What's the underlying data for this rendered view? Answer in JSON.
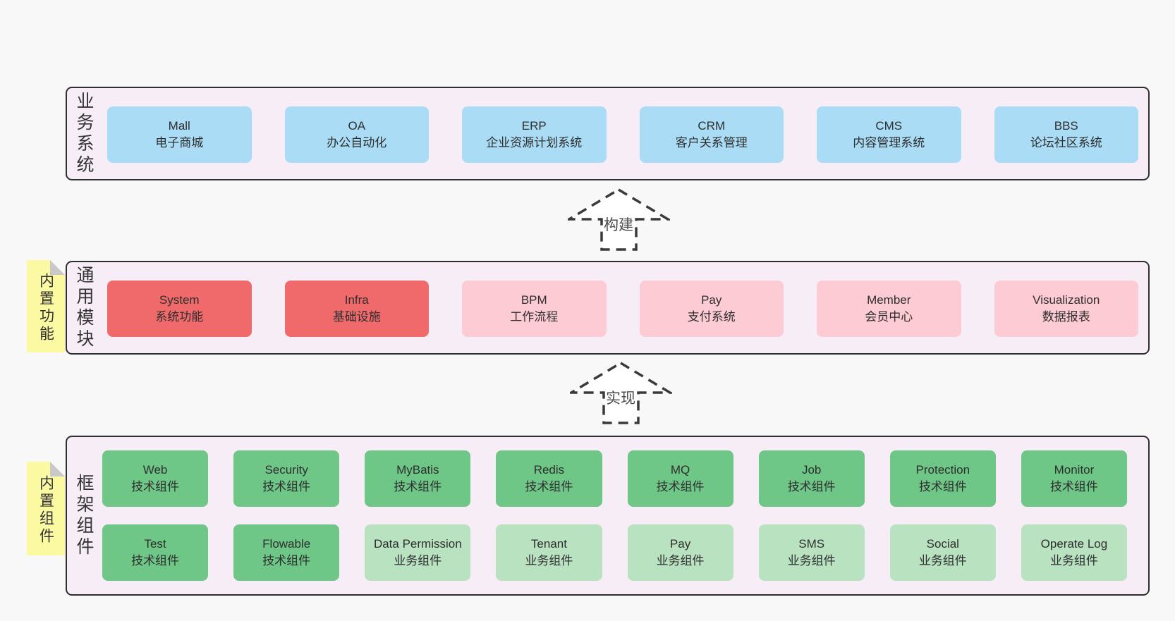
{
  "palette": {
    "page_bg": "#f8f8f8",
    "band_bg": "#f7edf6",
    "band_border": "#2f2f2f",
    "blue_box": "#aadcf5",
    "red_box": "#f06a6b",
    "pink_box": "#fccbd4",
    "green_box": "#6ec687",
    "light_green_box": "#b9e2c1",
    "sticky_yellow": "#fbf9a2",
    "sticky_fold_gray": "#c9c9c9",
    "text": "#333333"
  },
  "bands": [
    {
      "label": "业务系统",
      "sticky": null,
      "rows": [
        [
          {
            "name": "Mall",
            "desc": "电子商城",
            "color": "blue"
          },
          {
            "name": "OA",
            "desc": "办公自动化",
            "color": "blue"
          },
          {
            "name": "ERP",
            "desc": "企业资源计划系统",
            "color": "blue"
          },
          {
            "name": "CRM",
            "desc": "客户关系管理",
            "color": "blue"
          },
          {
            "name": "CMS",
            "desc": "内容管理系统",
            "color": "blue"
          },
          {
            "name": "BBS",
            "desc": "论坛社区系统",
            "color": "blue"
          }
        ]
      ]
    },
    {
      "label": "通用模块",
      "sticky": "内置功能",
      "rows": [
        [
          {
            "name": "System",
            "desc": "系统功能",
            "color": "red"
          },
          {
            "name": "Infra",
            "desc": "基础设施",
            "color": "red"
          },
          {
            "name": "BPM",
            "desc": "工作流程",
            "color": "pink"
          },
          {
            "name": "Pay",
            "desc": "支付系统",
            "color": "pink"
          },
          {
            "name": "Member",
            "desc": "会员中心",
            "color": "pink"
          },
          {
            "name": "Visualization",
            "desc": "数据报表",
            "color": "pink"
          }
        ]
      ]
    },
    {
      "label": "框架组件",
      "sticky": "内置组件",
      "rows": [
        [
          {
            "name": "Web",
            "desc": "技术组件",
            "color": "green"
          },
          {
            "name": "Security",
            "desc": "技术组件",
            "color": "green"
          },
          {
            "name": "MyBatis",
            "desc": "技术组件",
            "color": "green"
          },
          {
            "name": "Redis",
            "desc": "技术组件",
            "color": "green"
          },
          {
            "name": "MQ",
            "desc": "技术组件",
            "color": "green"
          },
          {
            "name": "Job",
            "desc": "技术组件",
            "color": "green"
          },
          {
            "name": "Protection",
            "desc": "技术组件",
            "color": "green"
          },
          {
            "name": "Monitor",
            "desc": "技术组件",
            "color": "green"
          }
        ],
        [
          {
            "name": "Test",
            "desc": "技术组件",
            "color": "green"
          },
          {
            "name": "Flowable",
            "desc": "技术组件",
            "color": "green"
          },
          {
            "name": "Data Permission",
            "desc": "业务组件",
            "color": "lightgreen"
          },
          {
            "name": "Tenant",
            "desc": "业务组件",
            "color": "lightgreen"
          },
          {
            "name": "Pay",
            "desc": "业务组件",
            "color": "lightgreen"
          },
          {
            "name": "SMS",
            "desc": "业务组件",
            "color": "lightgreen"
          },
          {
            "name": "Social",
            "desc": "业务组件",
            "color": "lightgreen"
          },
          {
            "name": "Operate Log",
            "desc": "业务组件",
            "color": "lightgreen"
          }
        ]
      ]
    }
  ],
  "arrows": [
    {
      "label": "构建"
    },
    {
      "label": "实现"
    }
  ]
}
